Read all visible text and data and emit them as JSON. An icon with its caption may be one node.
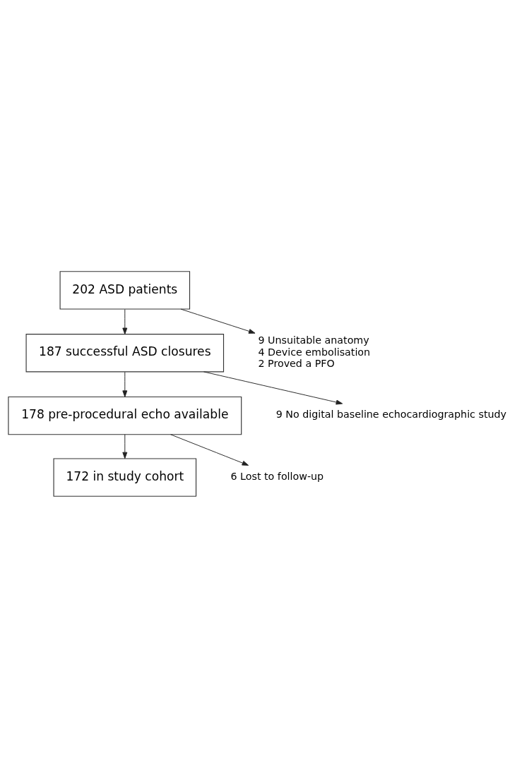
{
  "diagram": {
    "nodes": [
      {
        "text": [
          "202 ASD patients"
        ]
      },
      {
        "text": [
          "187 successful ASD closures"
        ]
      },
      {
        "text": [
          "178 pre-procedural echo available"
        ]
      },
      {
        "text": [
          "172 in study cohort"
        ]
      },
      {
        "text": [
          "9 Unsuitable anatomy",
          "4 Device embolisation",
          "2 Proved a PFO"
        ]
      },
      {
        "text": [
          "9 No digital baseline echocardiographic study"
        ]
      },
      {
        "text": [
          "6 Lost to follow-up"
        ]
      }
    ],
    "edges": [
      {
        "from": 0,
        "to": 1,
        "arrow": "to"
      },
      {
        "from": 0,
        "to": 4,
        "arrow": "to"
      },
      {
        "from": 1,
        "to": 2,
        "arrow": "to"
      },
      {
        "from": 1,
        "to": 5,
        "arrow": "to"
      },
      {
        "from": 2,
        "to": 3,
        "arrow": "to"
      },
      {
        "from": 2,
        "to": 6,
        "arrow": "to"
      }
    ]
  }
}
